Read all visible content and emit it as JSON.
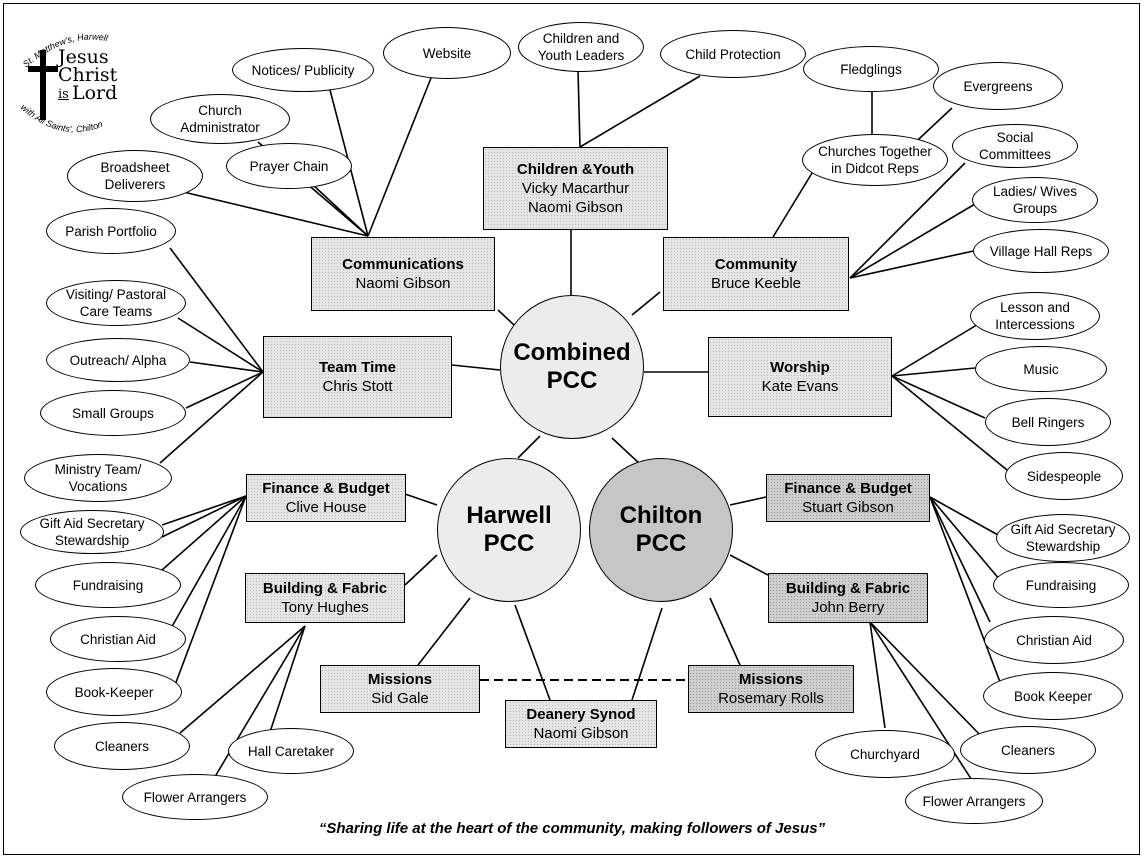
{
  "logo": {
    "top_arc_text": "St. Matthew's, Harwell",
    "line1": "Jesus",
    "line2": "Christ",
    "line3_small": "is",
    "line3": "Lord",
    "bottom_arc_text": "with All Saints', Chilton"
  },
  "circles": {
    "combined": "Combined\nPCC",
    "harwell": "Harwell\nPCC",
    "chilton": "Chilton\nPCC"
  },
  "boxes": {
    "communications": {
      "title": "Communications",
      "lead": "Naomi Gibson"
    },
    "children_youth": {
      "title": "Children &Youth",
      "lead": "Vicky Macarthur\nNaomi Gibson"
    },
    "community": {
      "title": "Community",
      "lead": "Bruce Keeble"
    },
    "team_time": {
      "title": "Team Time",
      "lead": "Chris Stott"
    },
    "worship": {
      "title": "Worship",
      "lead": "Kate Evans"
    },
    "harwell_finance": {
      "title": "Finance & Budget",
      "lead": "Clive House"
    },
    "chilton_finance": {
      "title": "Finance & Budget",
      "lead": "Stuart Gibson"
    },
    "harwell_building": {
      "title": "Building & Fabric",
      "lead": "Tony Hughes"
    },
    "chilton_building": {
      "title": "Building & Fabric",
      "lead": "John Berry"
    },
    "harwell_missions": {
      "title": "Missions",
      "lead": "Sid Gale"
    },
    "chilton_missions": {
      "title": "Missions",
      "lead": "Rosemary Rolls"
    },
    "deanery": {
      "title": "Deanery Synod",
      "lead": "Naomi Gibson"
    }
  },
  "ovals": {
    "website": "Website",
    "notices": "Notices/ Publicity",
    "church_admin": "Church\nAdministrator",
    "prayer_chain": "Prayer Chain",
    "broadsheet": "Broadsheet\nDeliverers",
    "children_leaders": "Children and\nYouth Leaders",
    "child_protection": "Child Protection",
    "fledglings": "Fledglings",
    "evergreens": "Evergreens",
    "churches_together": "Churches Together\nin Didcot Reps",
    "social": "Social\nCommittees",
    "ladies": "Ladies/ Wives\nGroups",
    "village_hall": "Village Hall Reps",
    "parish_portfolio": "Parish Portfolio",
    "visiting": "Visiting/ Pastoral\nCare Teams",
    "outreach": "Outreach/ Alpha",
    "small_groups": "Small Groups",
    "ministry": "Ministry Team/\nVocations",
    "lesson": "Lesson and\nIntercessions",
    "music": "Music",
    "bell_ringers": "Bell Ringers",
    "sidespeople": "Sidespeople",
    "h_gift_aid": "Gift Aid Secretary\nStewardship",
    "h_fundraising": "Fundraising",
    "h_christian_aid": "Christian Aid",
    "h_book_keeper": "Book-Keeper",
    "h_cleaners": "Cleaners",
    "h_flower": "Flower Arrangers",
    "h_hall": "Hall Caretaker",
    "c_gift_aid": "Gift Aid Secretary\nStewardship",
    "c_fundraising": "Fundraising",
    "c_christian_aid": "Christian Aid",
    "c_book_keeper": "Book Keeper",
    "c_cleaners": "Cleaners",
    "c_churchyard": "Churchyard",
    "c_flower": "Flower Arrangers"
  },
  "motto": "“Sharing life at the heart of the community, making followers of Jesus”"
}
